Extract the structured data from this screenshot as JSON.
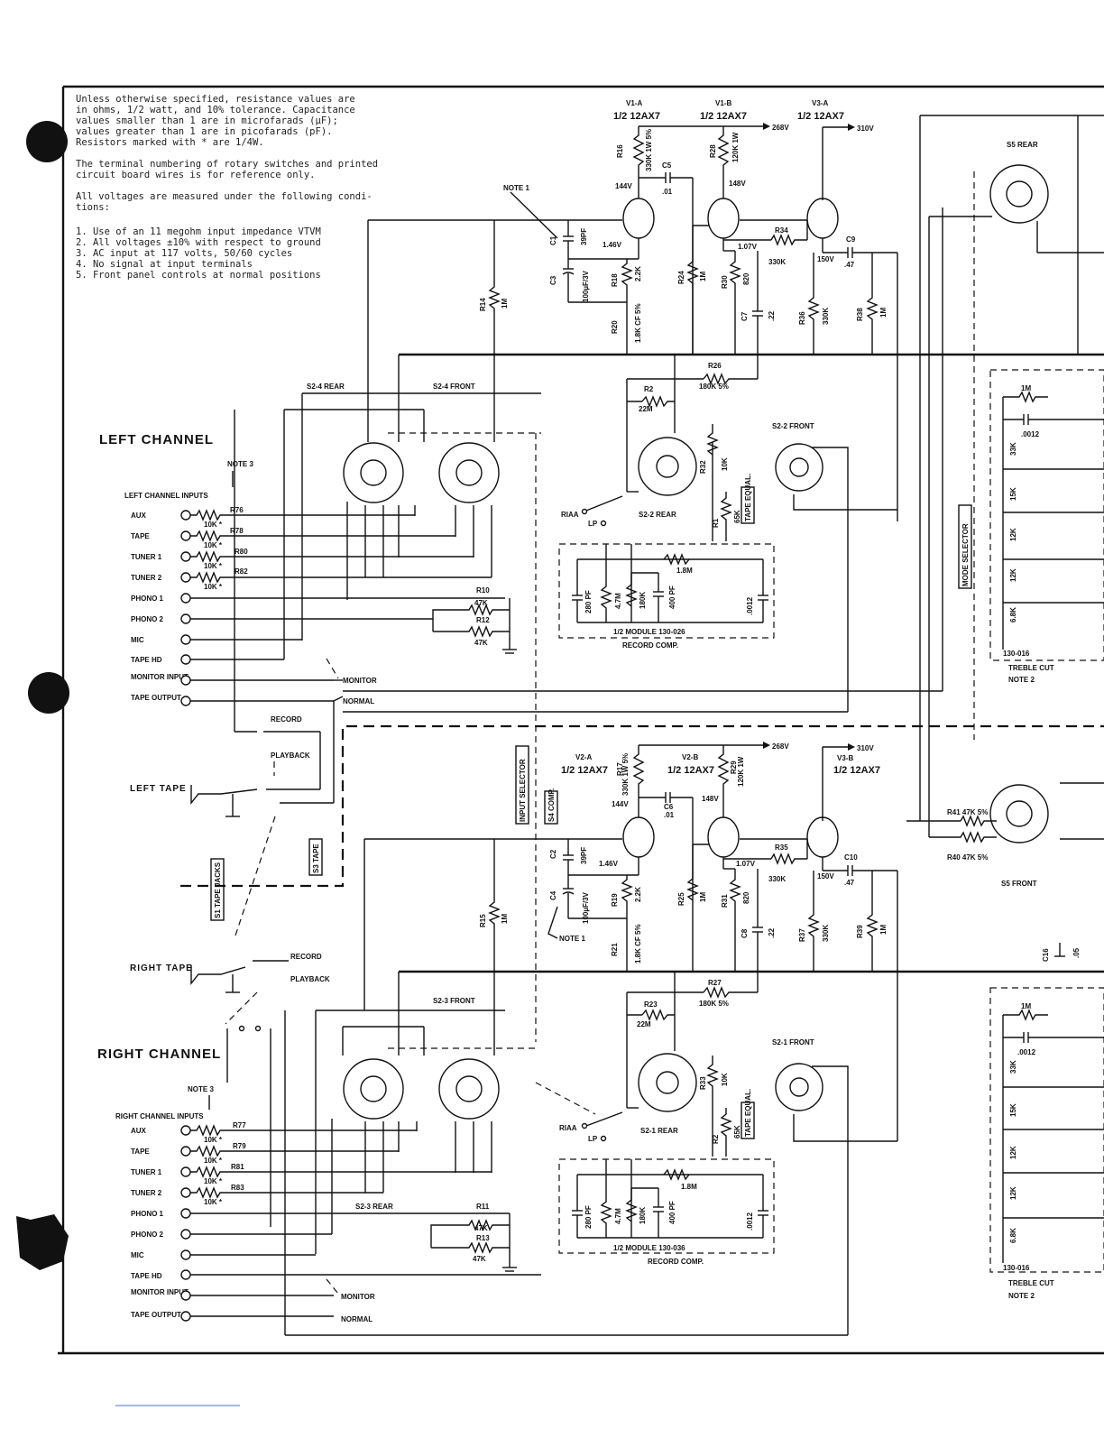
{
  "notes": {
    "spec": [
      "Unless otherwise specified, resistance values are",
      "in ohms, 1/2 watt, and 10% tolerance.  Capacitance",
      "values smaller than 1 are in microfarads (µF);",
      "values greater than 1 are in picofarads (pF).",
      "Resistors marked with * are 1/4W."
    ],
    "terminal": [
      "The terminal numbering of rotary switches and printed",
      "circuit board wires is for reference only."
    ],
    "voltage_intro": [
      "All voltages are measured under the following condi-",
      "tions:"
    ],
    "conditions": [
      "1.  Use of an 11 megohm input impedance VTVM",
      "2.  All voltages ±10% with respect to ground",
      "3.  AC input at 117 volts, 50/60 cycles",
      "4.  No signal at input terminals",
      "5.  Front panel controls at normal positions"
    ]
  },
  "channels": {
    "left": {
      "title": "LEFT CHANNEL",
      "note_ref": "NOTE 3",
      "inputs_title": "LEFT CHANNEL INPUTS",
      "inputs": [
        "AUX",
        "TAPE",
        "TUNER 1",
        "TUNER 2",
        "PHONO 1",
        "PHONO 2",
        "MIC",
        "TAPE HD",
        "MONITOR INPUT",
        "TAPE OUTPUT"
      ],
      "input_resistors": [
        "R76",
        "R78",
        "R80",
        "R82"
      ],
      "input_values": [
        "10K *",
        "10K *",
        "10K *",
        "10K *"
      ],
      "r_a": {
        "name": "R10",
        "value": "47K"
      },
      "r_b": {
        "name": "R12",
        "value": "47K"
      },
      "switch_rear": "S2-4 REAR",
      "switch_front": "S2-4 FRONT",
      "sel_rear": "S2-2 REAR",
      "sel_front": "S2-2 FRONT",
      "tape_label": "LEFT TAPE",
      "record": "RECORD",
      "playback": "PLAYBACK",
      "monitor": "MONITOR",
      "normal": "NORMAL",
      "module": "1/2 MODULE 130-026",
      "record_comp": "RECORD COMP.",
      "treble": "TREBLE CUT",
      "treble_note": "NOTE 2",
      "treble_mod": "130-016"
    },
    "right": {
      "title": "RIGHT CHANNEL",
      "note_ref": "NOTE 3",
      "inputs_title": "RIGHT CHANNEL INPUTS",
      "inputs": [
        "AUX",
        "TAPE",
        "TUNER 1",
        "TUNER 2",
        "PHONO 1",
        "PHONO 2",
        "MIC",
        "TAPE HD",
        "MONITOR INPUT",
        "TAPE OUTPUT"
      ],
      "input_resistors": [
        "R77",
        "R79",
        "R81",
        "R83"
      ],
      "input_values": [
        "10K *",
        "10K *",
        "10K *",
        "10K *"
      ],
      "r_a": {
        "name": "R11",
        "value": "47K"
      },
      "r_b": {
        "name": "R13",
        "value": "47K"
      },
      "switch_rear": "S2-3 REAR",
      "switch_front": "S2-3 FRONT",
      "sel_rear": "S2-1 REAR",
      "sel_front": "S2-1 FRONT",
      "tape_label": "RIGHT TAPE",
      "record": "RECORD",
      "playback": "PLAYBACK",
      "monitor": "MONITOR",
      "normal": "NORMAL",
      "module": "1/2 MODULE 130-036",
      "record_comp": "RECORD COMP.",
      "treble": "TREBLE CUT",
      "treble_note": "NOTE 2",
      "treble_mod": "130-016"
    }
  },
  "tubes": {
    "v1a": {
      "name": "V1-A",
      "type": "1/2 12AX7"
    },
    "v1b": {
      "name": "V1-B",
      "type": "1/2 12AX7"
    },
    "v3a": {
      "name": "V3-A",
      "type": "1/2 12AX7"
    },
    "v2a": {
      "name": "V2-A",
      "type": "1/2 12AX7"
    },
    "v2b": {
      "name": "V2-B",
      "type": "1/2 12AX7"
    },
    "v3b": {
      "name": "V3-B",
      "type": "1/2 12AX7"
    }
  },
  "supply": {
    "b1": "268V",
    "b2": "310V"
  },
  "top_parts": {
    "r16": {
      "name": "R16",
      "value": "330K 1W 5%"
    },
    "r28": {
      "name": "R28",
      "value": "120K 1W"
    },
    "c5": {
      "name": "C5",
      "value": ".01"
    },
    "c1": {
      "name": "C1",
      "value": "39PF"
    },
    "c3": {
      "name": "C3",
      "value": "100µF/3V"
    },
    "r18": {
      "name": "R18",
      "value": "2.2K"
    },
    "r20": {
      "name": "R20",
      "value": "1.8K CF 5%"
    },
    "r24": {
      "name": "R24",
      "value": "1M"
    },
    "r30": {
      "name": "R30",
      "value": "820"
    },
    "c7": {
      "name": "C7",
      "value": ".22"
    },
    "r34": {
      "name": "R34",
      "value": "330K"
    },
    "c9": {
      "name": "C9",
      "value": ".47"
    },
    "r36": {
      "name": "R36",
      "value": "330K"
    },
    "r38": {
      "name": "R38",
      "value": "1M"
    },
    "r14": {
      "name": "R14",
      "value": "1M"
    },
    "r26": {
      "name": "R26",
      "value": "180K 5%"
    },
    "r2": {
      "name": "R2",
      "value": "22M"
    },
    "r32": {
      "name": "R32",
      "value": "10K"
    },
    "r1": {
      "name": "R1",
      "value": "65K"
    },
    "v144": "144V",
    "v146": "1.46V",
    "v148": "148V",
    "v107": "1.07V",
    "v150": "150V",
    "note1": "NOTE 1"
  },
  "bottom_parts": {
    "r17": {
      "name": "R17",
      "value": "330K 1W 5%"
    },
    "r29": {
      "name": "R29",
      "value": "120K 1W"
    },
    "c6": {
      "name": "C6",
      "value": ".01"
    },
    "c2": {
      "name": "C2",
      "value": "39PF"
    },
    "c4": {
      "name": "C4",
      "value": "100µF/3V"
    },
    "r19": {
      "name": "R19",
      "value": "2.2K"
    },
    "r21": {
      "name": "R21",
      "value": "1.8K CF 5%"
    },
    "r25": {
      "name": "R25",
      "value": "1M"
    },
    "r31": {
      "name": "R31",
      "value": "820"
    },
    "c8": {
      "name": "C8",
      "value": ".22"
    },
    "r35": {
      "name": "R35",
      "value": "330K"
    },
    "c10": {
      "name": "C10",
      "value": ".47"
    },
    "r37": {
      "name": "R37",
      "value": "330K"
    },
    "r39": {
      "name": "R39",
      "value": "1M"
    },
    "r15": {
      "name": "R15",
      "value": "1M"
    },
    "r27": {
      "name": "R27",
      "value": "180K 5%"
    },
    "r23": {
      "name": "R23",
      "value": "22M"
    },
    "r33": {
      "name": "R33",
      "value": "10K"
    },
    "r2b": {
      "name": "R2",
      "value": "65K"
    },
    "c16": {
      "name": "C16",
      "value": ".05"
    },
    "v144": "144V",
    "v146": "1.46V",
    "v148": "148V",
    "v107": "1.07V",
    "v150": "150V",
    "note1": "NOTE 1"
  },
  "record_comp_parts": [
    "280 PF",
    "4.7M",
    "180K",
    "400 PF",
    "1.8M",
    ".0012"
  ],
  "treble_parts": [
    "1M",
    ".0012",
    "33K",
    "15K",
    "12K",
    "12K",
    "6.8K"
  ],
  "misc": {
    "riaa": "RIAA",
    "lp": "LP",
    "tape_equal": "TAPE EQUAL.",
    "mode_selector": "MODE SELECTOR",
    "input_selector": "INPUT SELECTOR",
    "s4_comp": "S4 COMP.",
    "s1_tape_jacks": "S1 TAPE JACKS",
    "s3_tape": "S3 TAPE",
    "s5_rear": "S5 REAR",
    "s5_front": "S5 FRONT",
    "r41": "R41  47K 5%",
    "r40": "R40  47K 5%"
  }
}
